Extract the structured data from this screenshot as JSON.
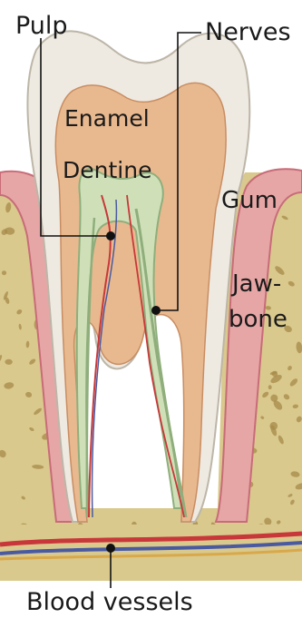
{
  "labels": {
    "pulp": "Pulp",
    "nerves": "Nerves",
    "enamel": "Enamel",
    "dentine": "Dentine",
    "gum": "Gum",
    "jawbone_line1": "Jaw-",
    "jawbone_line2": "bone",
    "blood_vessels": "Blood vessels"
  },
  "colors": {
    "background": "#ffffff",
    "bone": "#d9c98d",
    "bone_pores": "#a78a4a",
    "gum": "#e6a6a6",
    "gum_edge": "#c86c78",
    "enamel": "#eeeae2",
    "dentine": "#e8b98f",
    "pulp": "#cfe0b8",
    "nerve": "#8fae7c",
    "artery": "#c8383a",
    "vein": "#4a5aa0",
    "leader_line": "#111111"
  }
}
